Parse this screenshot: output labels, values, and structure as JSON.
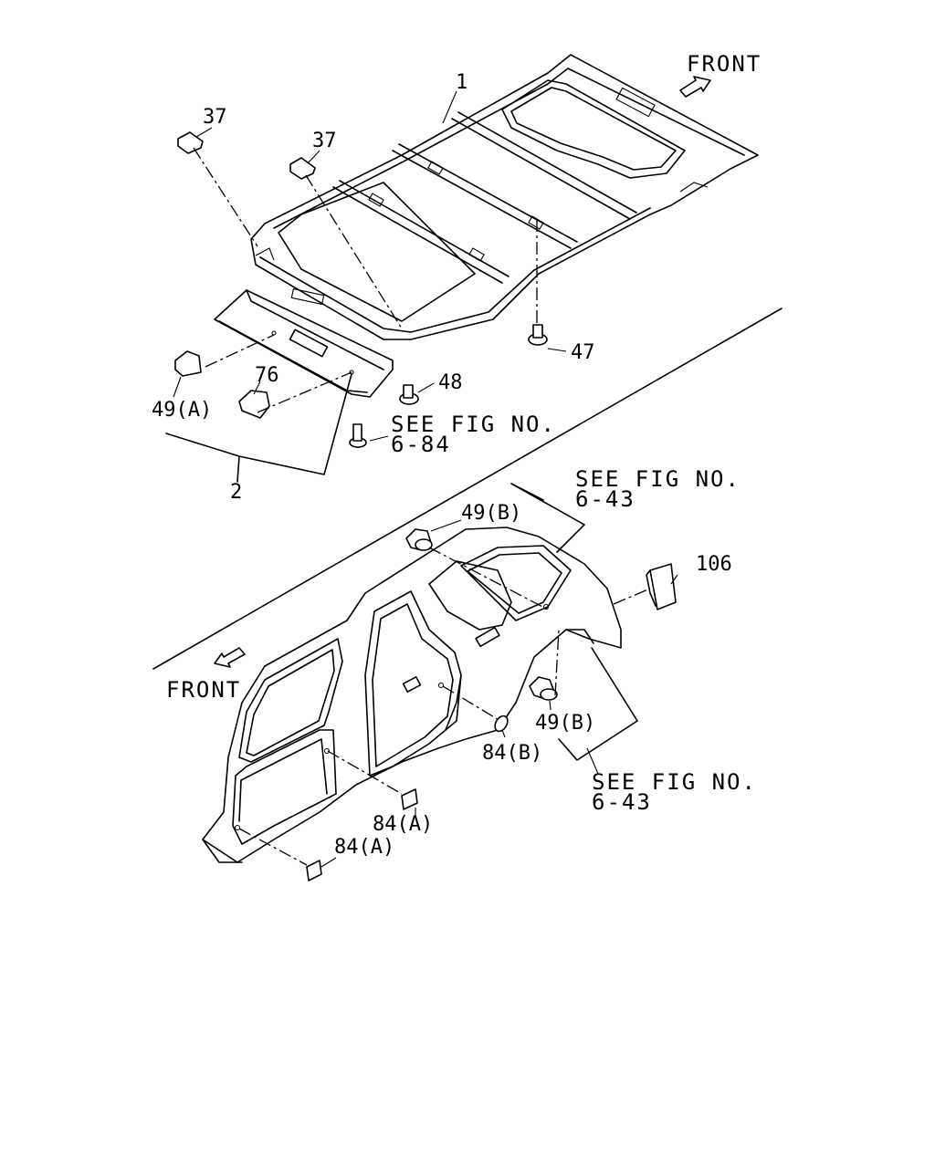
{
  "labels": {
    "front_top": "FRONT",
    "front_bottom": "FRONT",
    "p1": "1",
    "p2": "2",
    "p37a": "37",
    "p37b": "37",
    "p47": "47",
    "p48": "48",
    "p49a": "49(A)",
    "p49b_top": "49(B)",
    "p49b_bottom": "49(B)",
    "p76": "76",
    "p84a_1": "84(A)",
    "p84a_2": "84(A)",
    "p84b": "84(B)",
    "p106": "106",
    "see_684_line1": "SEE FIG NO.",
    "see_684_line2": "6-84",
    "see_643a_line1": "SEE FIG NO.",
    "see_643a_line2": "6-43",
    "see_643b_line1": "SEE FIG NO.",
    "see_643b_line2": "6-43"
  }
}
